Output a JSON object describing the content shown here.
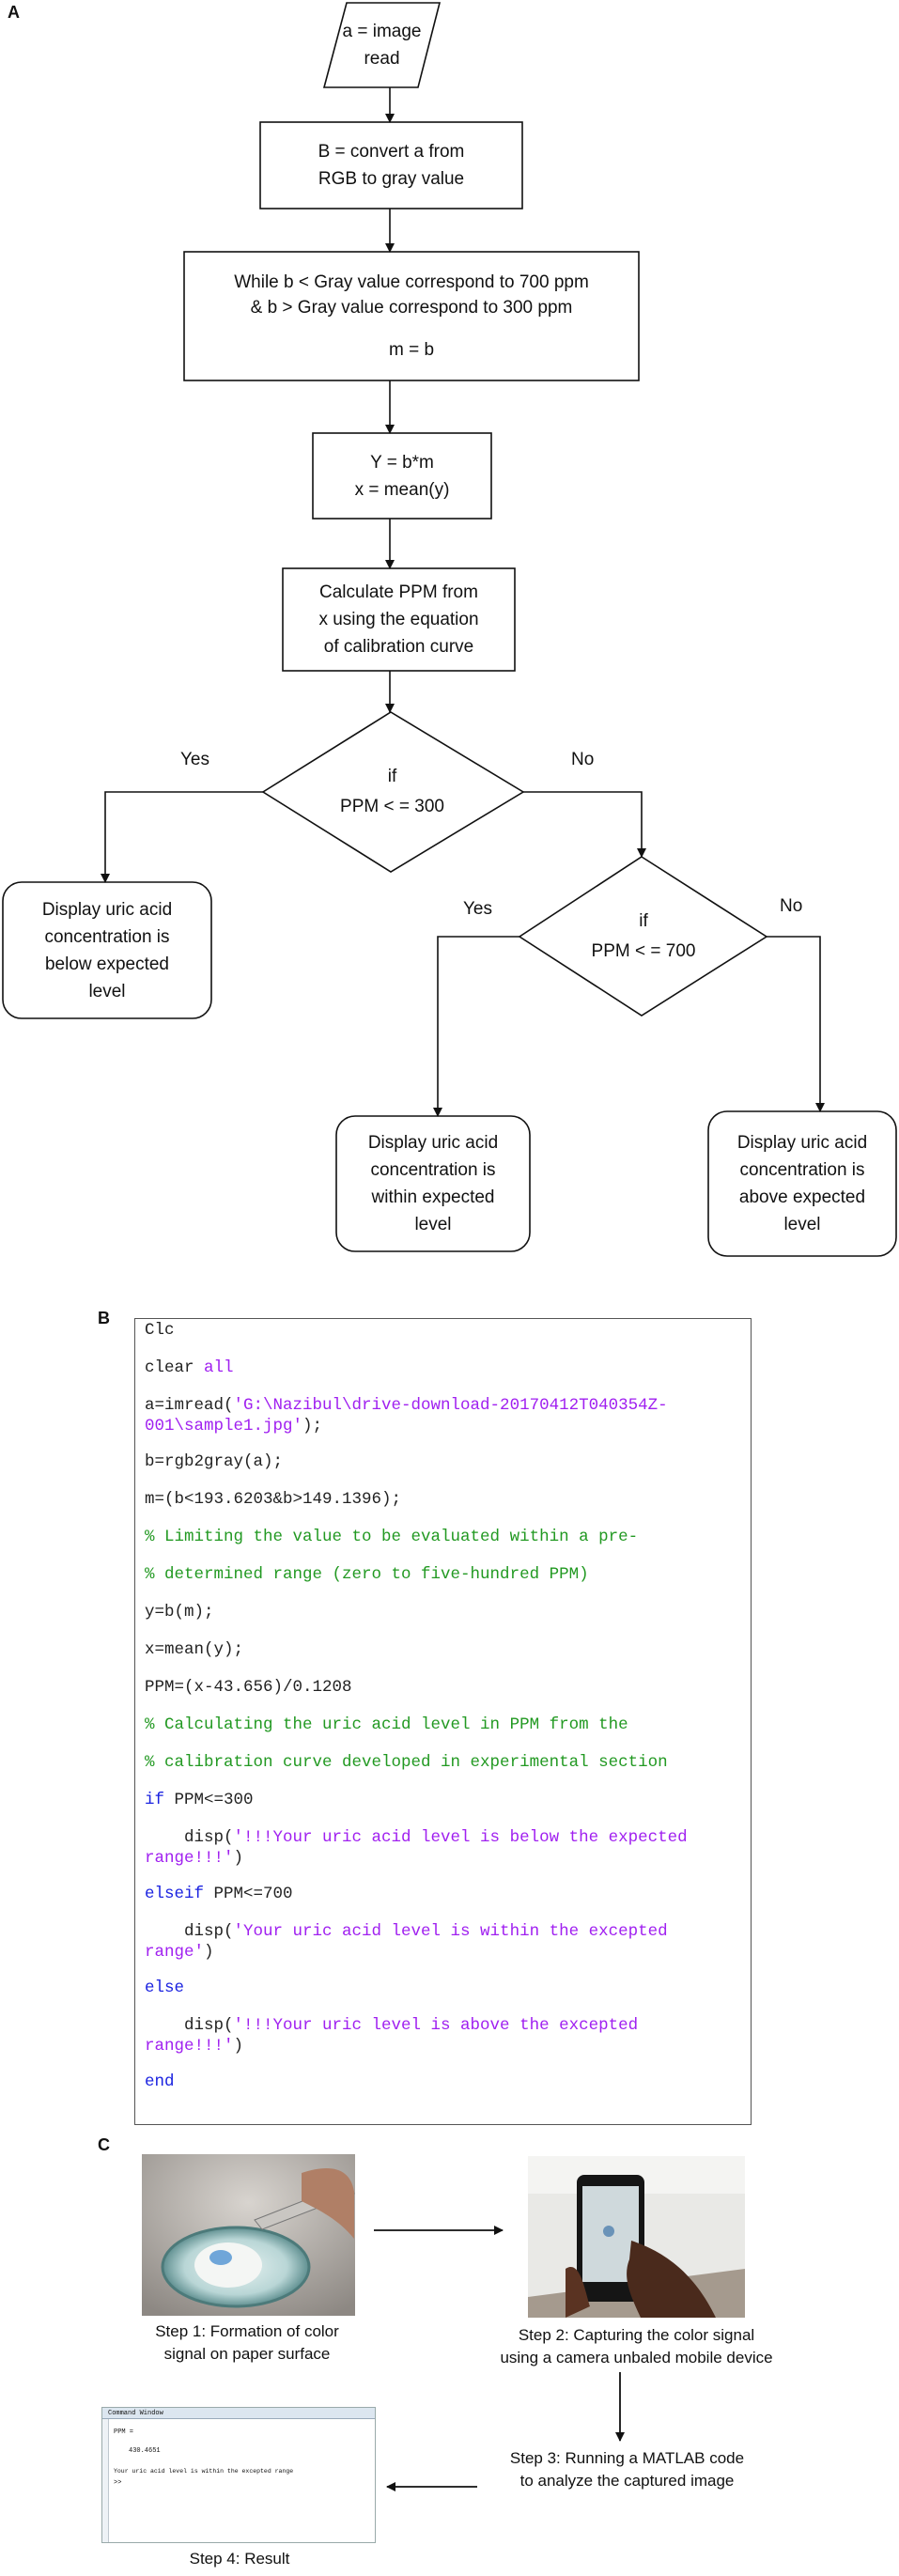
{
  "panels": {
    "a": "A",
    "b": "B",
    "c": "C"
  },
  "flowchart": {
    "read": [
      "a = image",
      "read"
    ],
    "convert": [
      "B = convert a from",
      "RGB to gray value"
    ],
    "while": [
      "While b < Gray value correspond to 700 ppm",
      "& b > Gray value correspond to 300 ppm",
      "m = b"
    ],
    "compute": [
      "Y = b*m",
      "x = mean(y)"
    ],
    "calc": [
      "Calculate PPM from",
      "x using the equation",
      "of calibration curve"
    ],
    "decision1": [
      "if",
      "PPM < = 300"
    ],
    "decision2": [
      "if",
      "PPM < = 700"
    ],
    "below": [
      "Display uric acid",
      "concentration is",
      "below expected",
      "level"
    ],
    "within": [
      "Display uric acid",
      "concentration is",
      "within expected",
      "level"
    ],
    "above": [
      "Display uric acid",
      "concentration is",
      "above expected",
      "level"
    ],
    "labels": {
      "yes1": "Yes",
      "no1": "No",
      "yes2": "Yes",
      "no2": "No"
    }
  },
  "code": {
    "l1": "Clc",
    "l2a": "clear ",
    "l2b": "all",
    "l3a": "a=imread(",
    "l3b": "'G:\\Nazibul\\drive-download-20170412T040354Z-",
    "l4a": "001\\sample1.jpg'",
    "l4b": ");",
    "l5": "b=rgb2gray(a);",
    "l6": "m=(b<193.6203&b>149.1396);",
    "l7": "% Limiting the value to be evaluated within a pre-",
    "l8": "% determined range (zero to five-hundred PPM)",
    "l9": "y=b(m);",
    "l10": "x=mean(y);",
    "l11": "PPM=(x-43.656)/0.1208",
    "l12": "% Calculating the uric acid level in PPM from the",
    "l13": "% calibration curve developed in experimental section",
    "l14a": "if",
    "l14b": " PPM<=300",
    "l15a": "    disp(",
    "l15b": "'!!!Your uric acid level is below the expected",
    "l16a": "range!!!'",
    "l16b": ")",
    "l17a": "elseif",
    "l17b": " PPM<=700",
    "l18a": "    disp(",
    "l18b": "'Your uric acid level is within the excepted",
    "l19a": "range'",
    "l19b": ")",
    "l20": "else",
    "l21a": "    disp(",
    "l21b": "'!!!Your uric level is above the excepted",
    "l22a": "range!!!'",
    "l22b": ")",
    "l23": "end"
  },
  "steps": {
    "s1": [
      "Step 1: Formation of color",
      "signal on paper surface"
    ],
    "s2": [
      "Step 2: Capturing the color signal",
      "using a camera unbaled mobile device"
    ],
    "s3": [
      "Step 3: Running a MATLAB code",
      "to analyze the captured image"
    ],
    "s4": "Step 4: Result"
  },
  "matlab": {
    "title": "Command Window",
    "ppm": "PPM =",
    "value": "430.4651",
    "message": "Your uric acid level is within the excepted range",
    "prompt": ">>"
  },
  "colors": {
    "keyword": "#1a22e0",
    "string": "#a020f0",
    "comment": "#229922"
  }
}
